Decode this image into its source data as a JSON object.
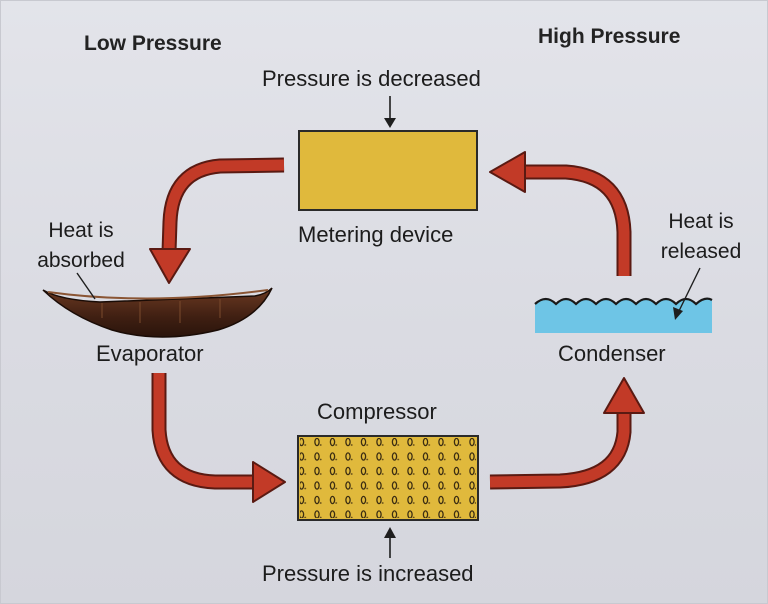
{
  "regions": {
    "low_pressure": "Low Pressure",
    "high_pressure": "High Pressure"
  },
  "metering": {
    "note": "Pressure is decreased",
    "label": "Metering device"
  },
  "compressor": {
    "label": "Compressor",
    "note": "Pressure is increased"
  },
  "evaporator": {
    "label": "Evaporator",
    "note_line1": "Heat is",
    "note_line2": "absorbed"
  },
  "condenser": {
    "label": "Condenser",
    "note_line1": "Heat is",
    "note_line2": "released"
  },
  "colors": {
    "arrow_fill": "#c23a27",
    "arrow_stroke": "#5a1a12",
    "metering_fill": "#e0b93c",
    "compressor_fill": "#e0b93c",
    "evaporator_fill": "#4a2618",
    "condenser_fill": "#6ec5e6",
    "background": "#dcdde4"
  },
  "icons": {
    "evaporator": "boat-shaped-evaporator-coil",
    "condenser": "water-with-waves",
    "compressor": "dotted-compressor-box"
  }
}
